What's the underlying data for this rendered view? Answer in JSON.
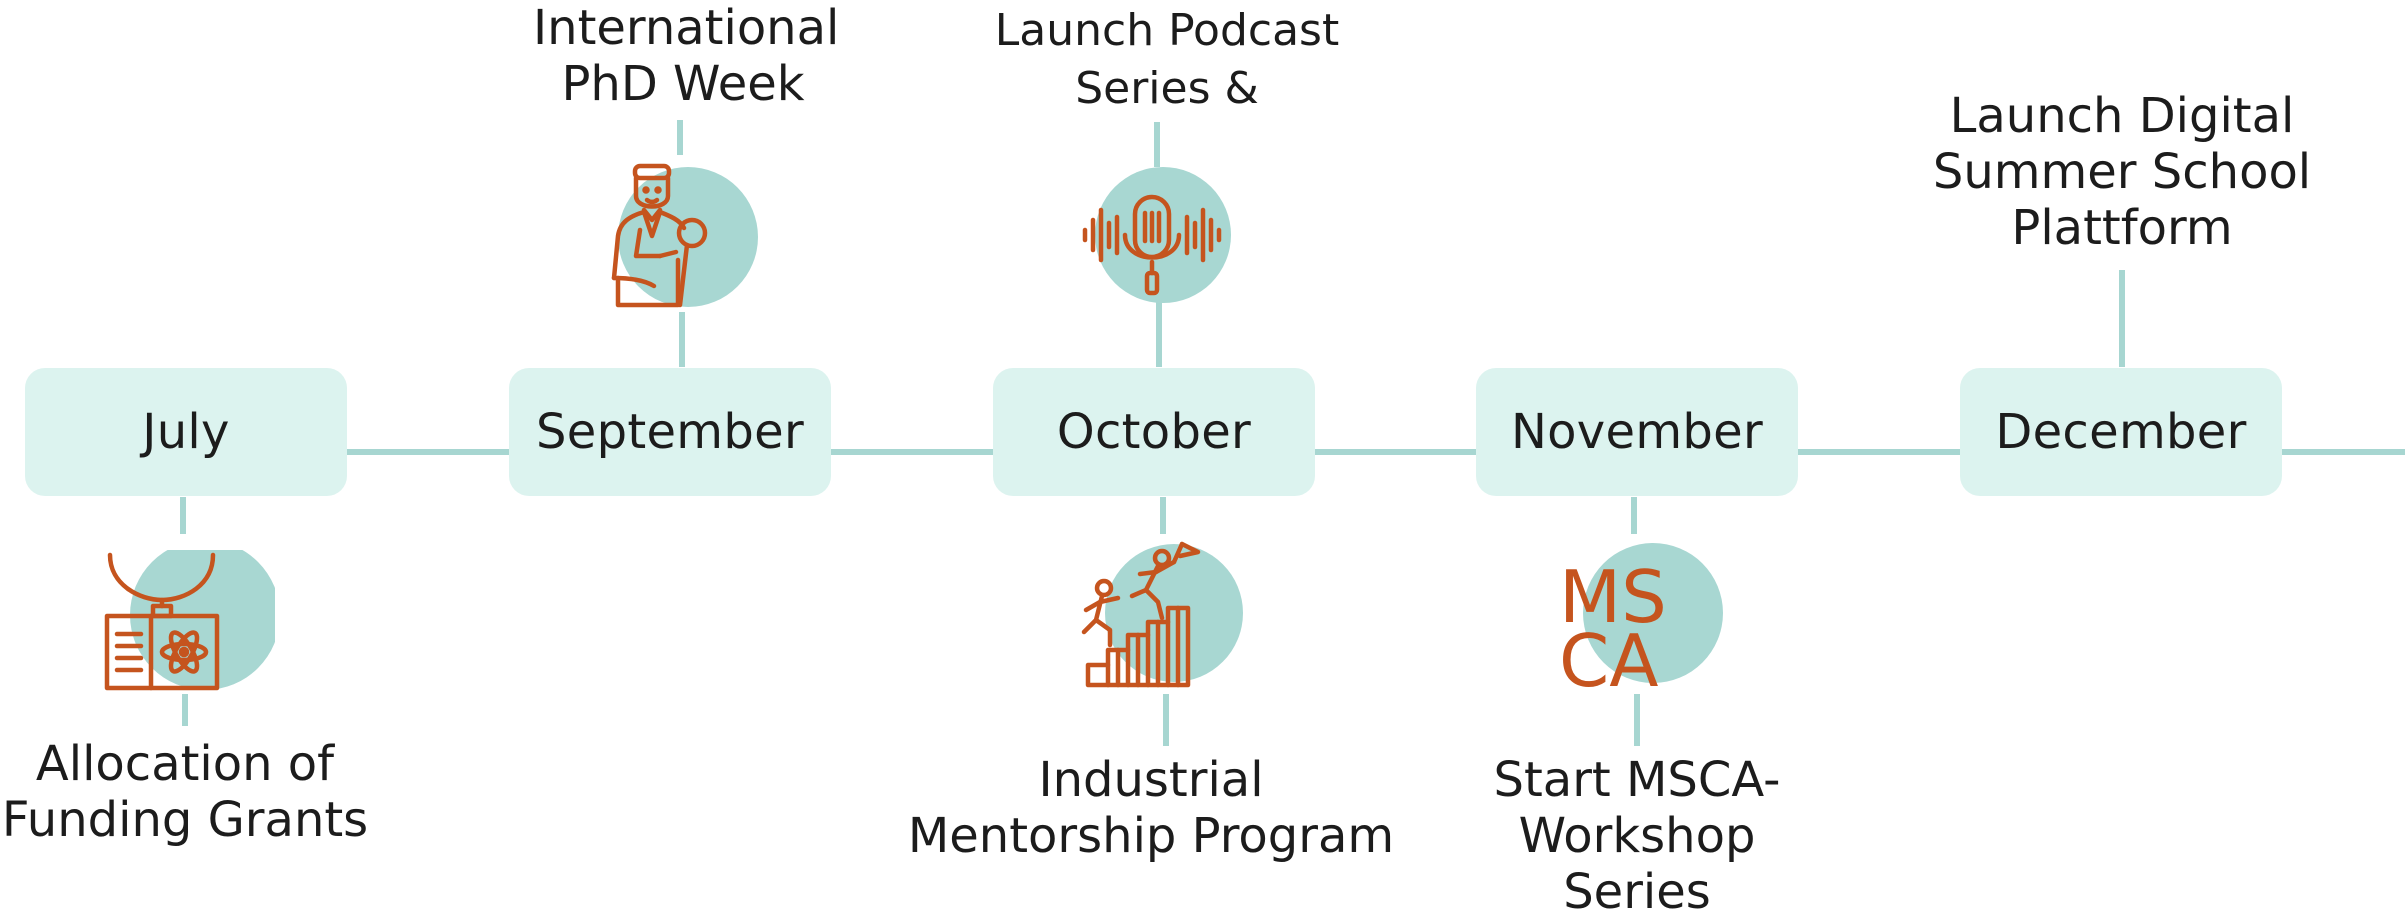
{
  "colors": {
    "connector": "#a7d6d1",
    "box": "#dcf3ef",
    "circle": "#a8d7d2",
    "icon": "#c5541e",
    "text": "#1c1c1c"
  },
  "months": [
    "July",
    "September",
    "October",
    "November",
    "December"
  ],
  "events": {
    "july": {
      "lines": [
        "Allocation of",
        "Funding Grants"
      ],
      "icon": "research-id-card-icon"
    },
    "september": {
      "lines": [
        "International",
        "PhD Week"
      ],
      "icon": "scientist-with-magnifier-icon"
    },
    "october_top": {
      "lines": [
        "Launch Podcast",
        "Series &"
      ],
      "icon": "podcast-microphone-icon"
    },
    "october_bottom": {
      "lines": [
        "Industrial",
        "Mentorship Program"
      ],
      "icon": "mentorship-climbing-steps-icon"
    },
    "november": {
      "lines": [
        "Start MSCA-",
        "Workshop",
        "Series"
      ],
      "icon": "msca-logo-icon",
      "logo_text": [
        "MS",
        "CA"
      ]
    },
    "december": {
      "lines": [
        "Launch Digital",
        "Summer School",
        "Plattform"
      ]
    }
  }
}
